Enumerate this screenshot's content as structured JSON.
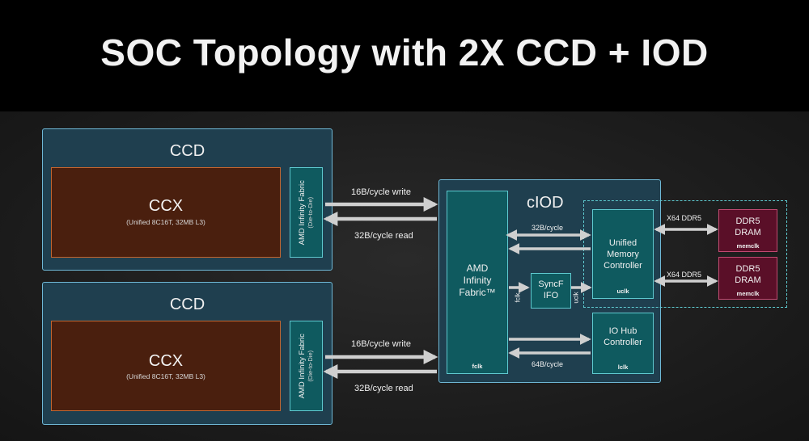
{
  "title": "SOC Topology with 2X CCD + IOD",
  "ccd_top": {
    "label": "CCD",
    "ccx_title": "CCX",
    "ccx_sub": "(Unified 8C16T, 32MB L3)",
    "fabric_l1": "AMD Infinity Fabric",
    "fabric_l2": "(Die-to-Die)",
    "write_label": "16B/cycle write",
    "read_label": "32B/cycle read"
  },
  "ccd_bottom": {
    "label": "CCD",
    "ccx_title": "CCX",
    "ccx_sub": "(Unified 8C16T, 32MB L3)",
    "fabric_l1": "AMD Infinity Fabric",
    "fabric_l2": "(Die-to-Die)",
    "write_label": "16B/cycle write",
    "read_label": "32B/cycle read"
  },
  "ciod": {
    "label": "cIOD",
    "fabric_l1": "AMD",
    "fabric_l2": "Infinity",
    "fabric_l3": "Fabric™",
    "fabric_clk": "fclk",
    "syncfifo_l1": "SyncF",
    "syncfifo_l2": "IFO",
    "fclk_label": "fclk",
    "uclk_label": "uclk",
    "umc_l1": "Unified",
    "umc_l2": "Memory",
    "umc_l3": "Controller",
    "umc_clk": "uclk",
    "iohub_l1": "IO Hub",
    "iohub_l2": "Controller",
    "iohub_clk": "lclk",
    "mem_bw_label": "32B/cycle",
    "io_bw_label": "64B/cycle"
  },
  "memory": {
    "link_top": "X64 DDR5",
    "link_bottom": "X64 DDR5",
    "dram_top_l1": "DDR5",
    "dram_top_l2": "DRAM",
    "dram_top_clk": "memclk",
    "dram_bottom_l1": "DDR5",
    "dram_bottom_l2": "DRAM",
    "dram_bottom_clk": "memclk"
  },
  "colors": {
    "ccd_fill": "#1f3f4f",
    "ccd_border": "#6fb8d6",
    "ccx_fill": "#4a1f0e",
    "ccx_border": "#c4652f",
    "teal_fill": "#0f5a5f",
    "teal_border": "#5ec9cf",
    "dram_fill": "#5a0f28",
    "dram_border": "#c24a72",
    "arrow": "#cfcfcf"
  }
}
